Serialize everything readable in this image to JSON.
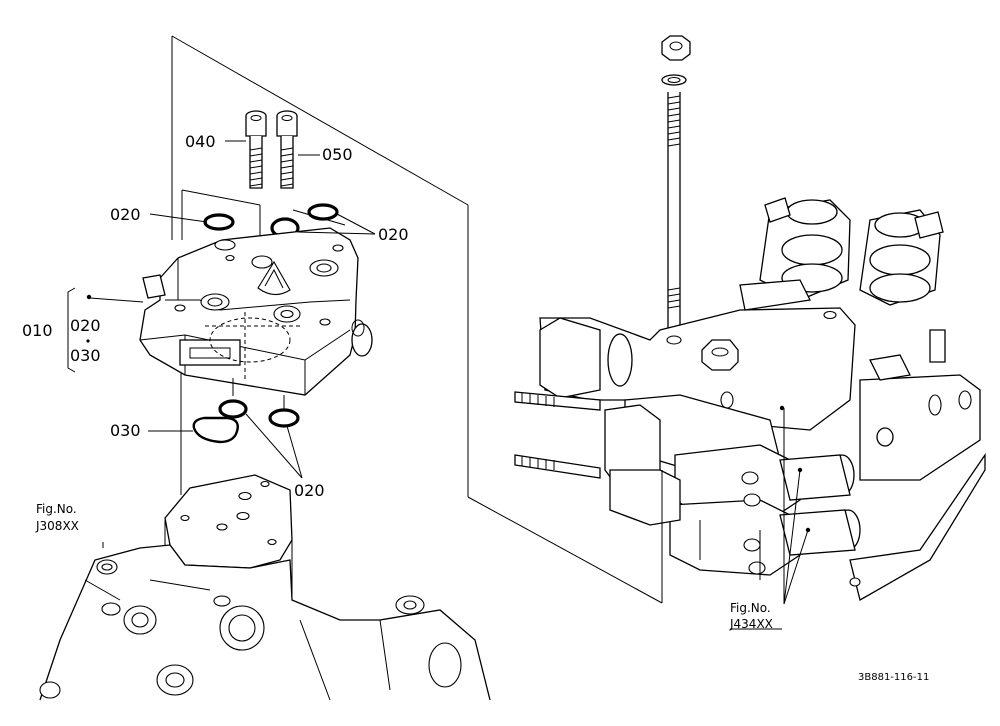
{
  "labels": {
    "p010": "010",
    "p020_sub": "020",
    "p030_sub": "030",
    "p040": "040",
    "p050": "050",
    "p020_left": "020",
    "p020_right": "020",
    "p030": "030",
    "p020_bottom": "020"
  },
  "refs": {
    "fig_left_caption": "Fig.No.",
    "fig_left_code": "J308XX",
    "fig_right_caption": "Fig.No.",
    "fig_right_code": "J434XX"
  },
  "drawing_code": "3B881-116-11"
}
